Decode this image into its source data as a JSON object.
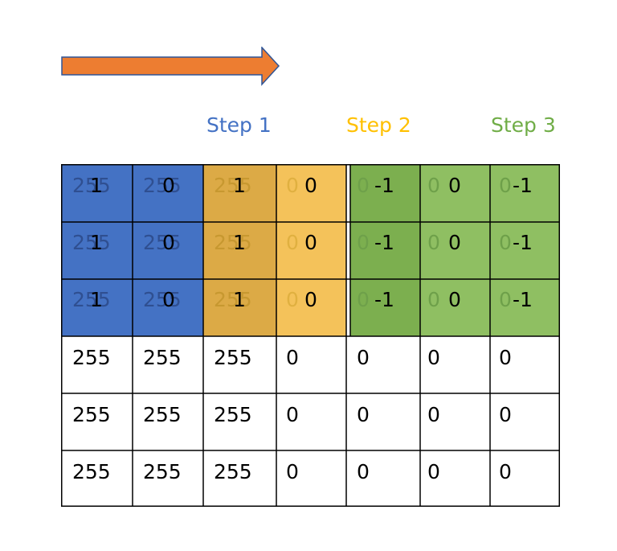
{
  "steps": [
    {
      "label": "Step 1",
      "color": "#4472c4"
    },
    {
      "label": "Step 2",
      "color": "#ffc000"
    },
    {
      "label": "Step 3",
      "color": "#70ad47"
    }
  ],
  "arrow": {
    "color": "#ed7d31",
    "stroke": "#2f5597"
  },
  "pixels": [
    [
      "255",
      "255",
      "255",
      "0",
      "0",
      "0",
      "0"
    ],
    [
      "255",
      "255",
      "255",
      "0",
      "0",
      "0",
      "0"
    ],
    [
      "255",
      "255",
      "255",
      "0",
      "0",
      "0",
      "0"
    ],
    [
      "255",
      "255",
      "255",
      "0",
      "0",
      "0",
      "0"
    ],
    [
      "255",
      "255",
      "255",
      "0",
      "0",
      "0",
      "0"
    ],
    [
      "255",
      "255",
      "255",
      "0",
      "0",
      "0",
      "0"
    ]
  ],
  "kernel": [
    [
      "1",
      "0",
      "-1"
    ],
    [
      "1",
      "0",
      "-1"
    ],
    [
      "1",
      "0",
      "-1"
    ]
  ]
}
